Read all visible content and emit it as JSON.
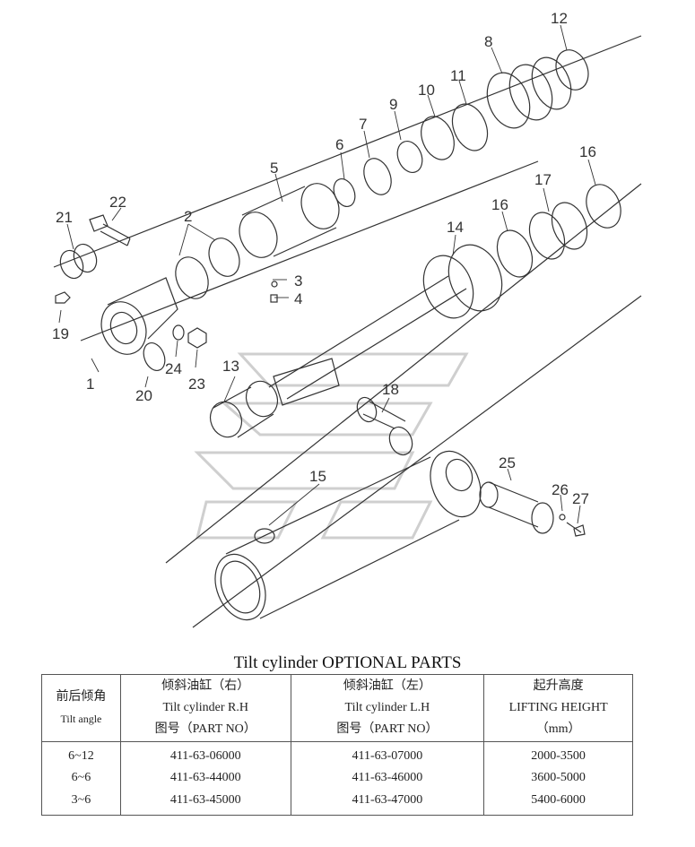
{
  "callouts": [
    "12",
    "8",
    "11",
    "10",
    "9",
    "7",
    "6",
    "5",
    "22",
    "21",
    "2",
    "3",
    "4",
    "19",
    "1",
    "20",
    "24",
    "23",
    "13",
    "18",
    "15",
    "14",
    "16",
    "17",
    "16",
    "25",
    "26",
    "27"
  ],
  "table": {
    "title": "Tilt cylinder OPTIONAL PARTS",
    "headers": [
      {
        "line1": "前后倾角",
        "line2": "Tilt angle"
      },
      {
        "line1": "倾斜油缸（右）",
        "line2": "Tilt cylinder R.H",
        "line3": "图号（PART NO）"
      },
      {
        "line1": "倾斜油缸（左）",
        "line2": "Tilt cylinder L.H",
        "line3": "图号（PART NO）"
      },
      {
        "line1": "起升高度",
        "line2": "LIFTING HEIGHT",
        "line3": "（mm）"
      }
    ],
    "rows": [
      [
        "6~12",
        "411-63-06000",
        "411-63-07000",
        "2000-3500"
      ],
      [
        "6~6",
        "411-63-44000",
        "411-63-46000",
        "3600-5000"
      ],
      [
        "3~6",
        "411-63-45000",
        "411-63-47000",
        "5400-6000"
      ]
    ]
  }
}
